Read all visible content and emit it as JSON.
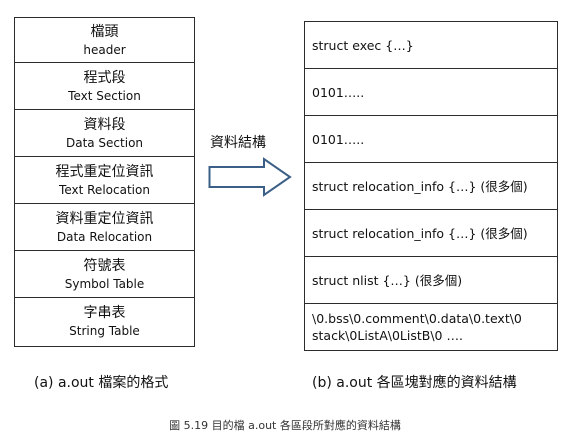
{
  "left_table": [
    {
      "zh": "檔頭",
      "en": "header"
    },
    {
      "zh": "程式段",
      "en": "Text Section"
    },
    {
      "zh": "資料段",
      "en": "Data Section"
    },
    {
      "zh": "程式重定位資訊",
      "en": "Text Relocation"
    },
    {
      "zh": "資料重定位資訊",
      "en": "Data Relocation"
    },
    {
      "zh": "符號表",
      "en": "Symbol Table"
    },
    {
      "zh": "字串表",
      "en": "String Table"
    }
  ],
  "right_table": [
    {
      "text": "struct exec {…}"
    },
    {
      "text": "0101….."
    },
    {
      "text": "0101….."
    },
    {
      "text": "struct relocation_info {…} (很多個)"
    },
    {
      "text": "struct relocation_info {…} (很多個)"
    },
    {
      "text": "struct nlist {…} (很多個)"
    },
    {
      "line1": "\\0.bss\\0.comment\\0.data\\0.text\\0",
      "line2": "stack\\0ListA\\0ListB\\0 …."
    }
  ],
  "arrow_label": "資料結構",
  "caption_left": "(a) a.out 檔案的格式",
  "caption_right": "(b) a.out 各區塊對應的資料結構",
  "figure_caption": "圖  5.19 目的檔 a.out 各區段所對應的資料結構"
}
